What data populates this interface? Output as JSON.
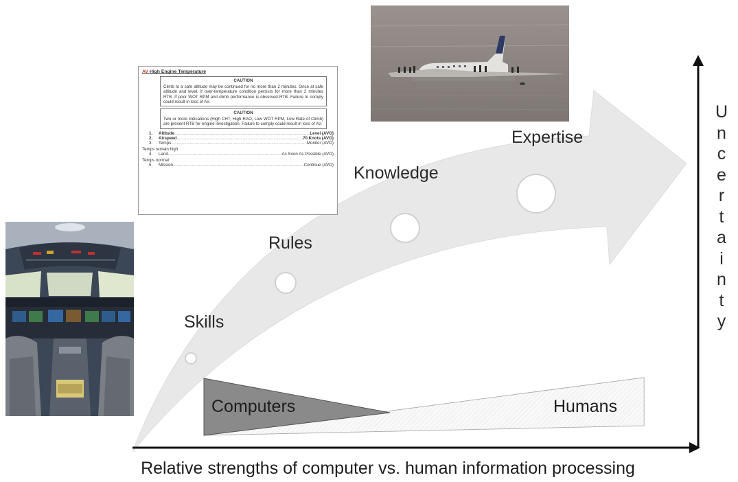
{
  "stages": [
    {
      "label": "Skills"
    },
    {
      "label": "Rules"
    },
    {
      "label": "Knowledge"
    },
    {
      "label": "Expertise"
    }
  ],
  "wedges": {
    "computers": "Computers",
    "humans": "Humans"
  },
  "axes": {
    "y_label_letters": [
      "U",
      "n",
      "c",
      "e",
      "r",
      "t",
      "a",
      "i",
      "n",
      "t",
      "y"
    ],
    "x_label": "Relative strengths of computer vs. human information processing"
  },
  "checklist": {
    "title_prefix": "AV",
    "title": "High Engine Temperature",
    "caution1_heading": "CAUTION",
    "caution1_text": "Climb to a safe altitude may be continued for no more than 2 minutes. Once at safe altitude and level, if over-temperature condition persists for more than 2 minutes RTB. If poor WOT RPM and climb performance is observed RTB. Failure to comply could result in loss of AV.",
    "caution2_heading": "CAUTION",
    "caution2_text": "Two or more indications (High CHT, High RAO, Low WOT RPM, Low Rate of Climb) are present RTB for engine investigation. Failure to comply could result in loss of AV.",
    "steps": [
      {
        "num": "1.",
        "item": "Altitude",
        "action": "Level (AVO)"
      },
      {
        "num": "2.",
        "item": "Airspeed",
        "action": "70 Knots (AVO)"
      },
      {
        "num": "3.",
        "item": "Temps",
        "action": "Monitor (AVO)"
      }
    ],
    "cond1": "Temps remain high",
    "step4": {
      "num": "4.",
      "item": "Land",
      "action": "As Soon As Possible (AVO)"
    },
    "cond2": "Temps normal",
    "step5": {
      "num": "5.",
      "item": "Mission",
      "action": "Continue (AVO)"
    }
  },
  "colors": {
    "arrow_fill": "#e8e8e8",
    "computers_wedge": "#8a8a8a",
    "humans_wedge": "#f2f2f2",
    "axis": "#111111"
  }
}
